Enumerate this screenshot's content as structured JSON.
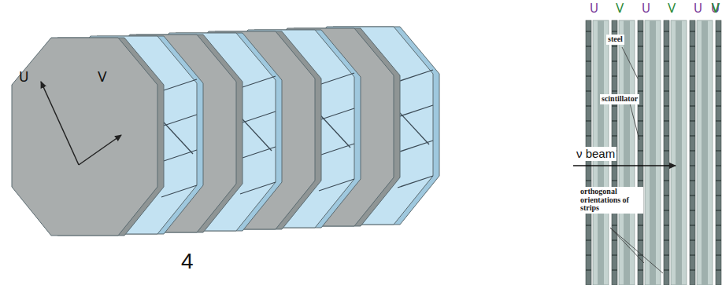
{
  "diagram": {
    "labels": [
      "U",
      "V",
      "4",
      "steel",
      "scintillator",
      "ν beam",
      "orthogonal orientations of strips",
      "U",
      "V",
      "U",
      "V",
      "U",
      "V",
      "U",
      "V"
    ]
  }
}
